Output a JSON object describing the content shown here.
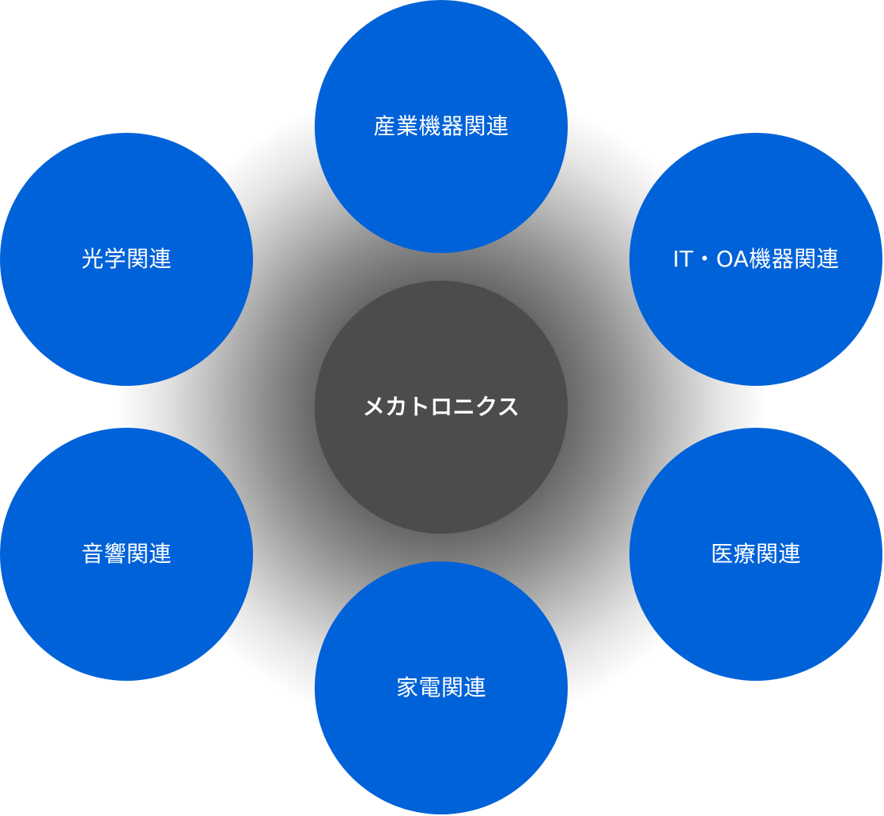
{
  "center": {
    "label": "メカトロニクス"
  },
  "nodes": {
    "top": "産業機器関連",
    "top_left": "光学関連",
    "top_right": "IT・OA機器関連",
    "bottom_left": "音響関連",
    "bottom_right": "医療関連",
    "bottom": "家電関連"
  },
  "colors": {
    "node": "#0062d8",
    "center": "#4c4c4c",
    "text": "#ffffff",
    "background": "#ffffff"
  }
}
